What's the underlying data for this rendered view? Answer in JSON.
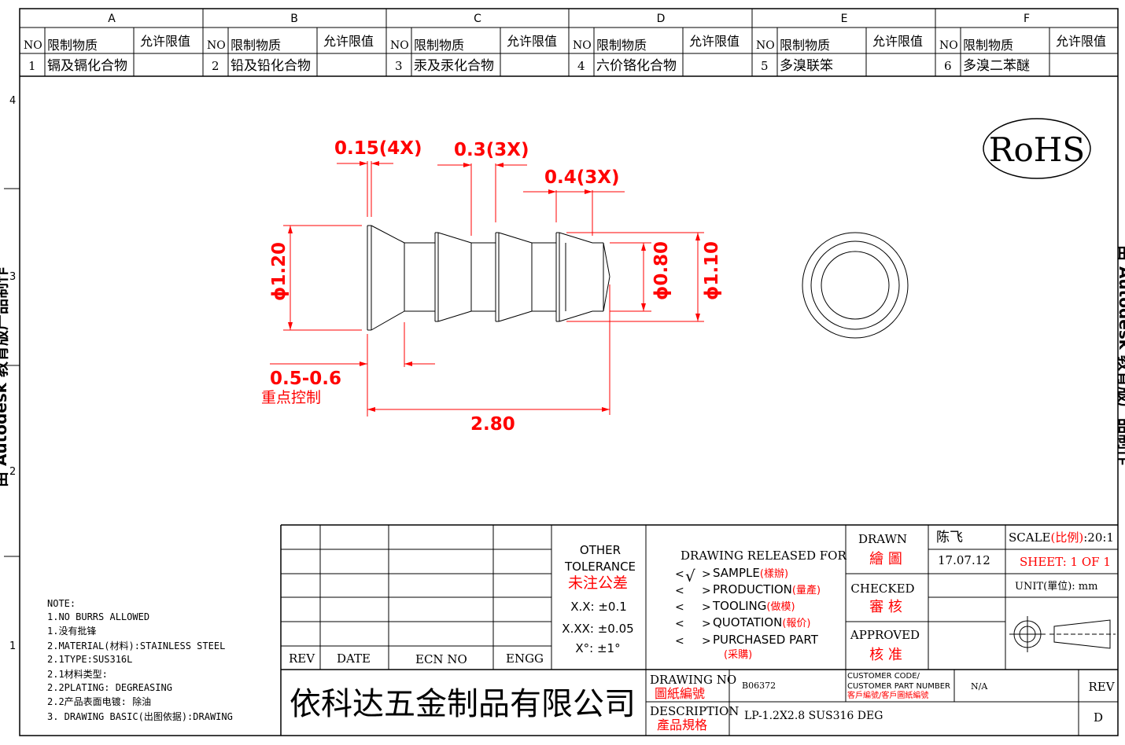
{
  "zones": {
    "columns": [
      "A",
      "B",
      "C",
      "D",
      "E",
      "F"
    ],
    "rows": [
      "4",
      "3",
      "2",
      "1"
    ]
  },
  "restricted_table": {
    "header": {
      "no": "NO",
      "substance": "限制物质",
      "limit": "允许限值"
    },
    "items": [
      {
        "no": "1",
        "substance": "镉及镉化合物",
        "limit": ""
      },
      {
        "no": "2",
        "substance": "铅及铅化合物",
        "limit": ""
      },
      {
        "no": "3",
        "substance": "汞及汞化合物",
        "limit": ""
      },
      {
        "no": "4",
        "substance": "六价铬化合物",
        "limit": ""
      },
      {
        "no": "5",
        "substance": "多溴联笨",
        "limit": ""
      },
      {
        "no": "6",
        "substance": "多溴二苯醚",
        "limit": ""
      }
    ]
  },
  "side_text": {
    "left": "由 Autodesk 教育版产品制作",
    "right": "由 Autodesk 教育版产品制作"
  },
  "rohs": "RoHS",
  "dimensions": {
    "groove_015": "0.15(4X)",
    "groove_03": "0.3(3X)",
    "groove_04": "0.4(3X)",
    "dia_120": "ϕ1.20",
    "dia_080": "ϕ0.80",
    "dia_110": "ϕ1.10",
    "range_05_06": "0.5-0.6",
    "key_control": "重点控制",
    "length_280": "2.80"
  },
  "notes": {
    "title": "NOTE:",
    "lines": [
      "1.NO BURRS ALLOWED",
      "1.没有批锋",
      "2.MATERIAL(材料):STAINLESS STEEL",
      "2.1TYPE:SUS316L",
      "2.1材料类型:",
      "2.2PLATING: DEGREASING",
      "2.2产品表面电镀: 除油",
      "3. DRAWING BASIC(出图依据):DRAWING"
    ]
  },
  "revision_block": {
    "rev": "REV",
    "date": "DATE",
    "ecn_no": "ECN NO",
    "engg": "ENGG"
  },
  "tolerance": {
    "title1": "OTHER",
    "title2": "TOLERANCE",
    "title_cn": "未注公差",
    "xx": "X.X: ±0.1",
    "xxx": "X.XX: ±0.05",
    "angle": "X°: ±1°"
  },
  "release": {
    "title": "DRAWING RELEASED FOR",
    "checkmark": "√",
    "options": [
      {
        "en": "SAMPLE",
        "cn": "(樣辦)"
      },
      {
        "en": "PRODUCTION",
        "cn": "(量產)"
      },
      {
        "en": "TOOLING",
        "cn": "(做模)"
      },
      {
        "en": "QUOTATION",
        "cn": "(報价)"
      },
      {
        "en": "PURCHASED PART",
        "cn": "(采購)"
      }
    ]
  },
  "signoff": {
    "drawn_en": "DRAWN",
    "drawn_cn": "繪 圖",
    "drawn_name": "陈飞",
    "drawn_date": "17.07.12",
    "checked_en": "CHECKED",
    "checked_cn": "審 核",
    "approved_en": "APPROVED",
    "approved_cn": "核 准"
  },
  "scale": {
    "label": "SCALE",
    "label_cn": "(比例)",
    "value": ":20:1",
    "sheet": "SHEET:  1 OF 1",
    "unit_label": "UNIT",
    "unit_cn": "(單位)",
    "unit_value": ": mm"
  },
  "company": "依科达五金制品有限公司",
  "drawing_no": {
    "label_en": "DRAWING NO",
    "label_cn": "圖紙編號",
    "value": "B06372"
  },
  "customer": {
    "label1": "CUSTOMER CODE/",
    "label2": "CUSTOMER PART NUMBER",
    "label_cn": "客戶編號/客戶圖紙編號",
    "value": "N/A"
  },
  "description": {
    "label_en": "DESCRIPTION",
    "label_cn": "產品規格",
    "value": "LP-1.2X2.8 SUS316 DEG"
  },
  "rev_letter": {
    "label": "REV",
    "value": "D"
  }
}
